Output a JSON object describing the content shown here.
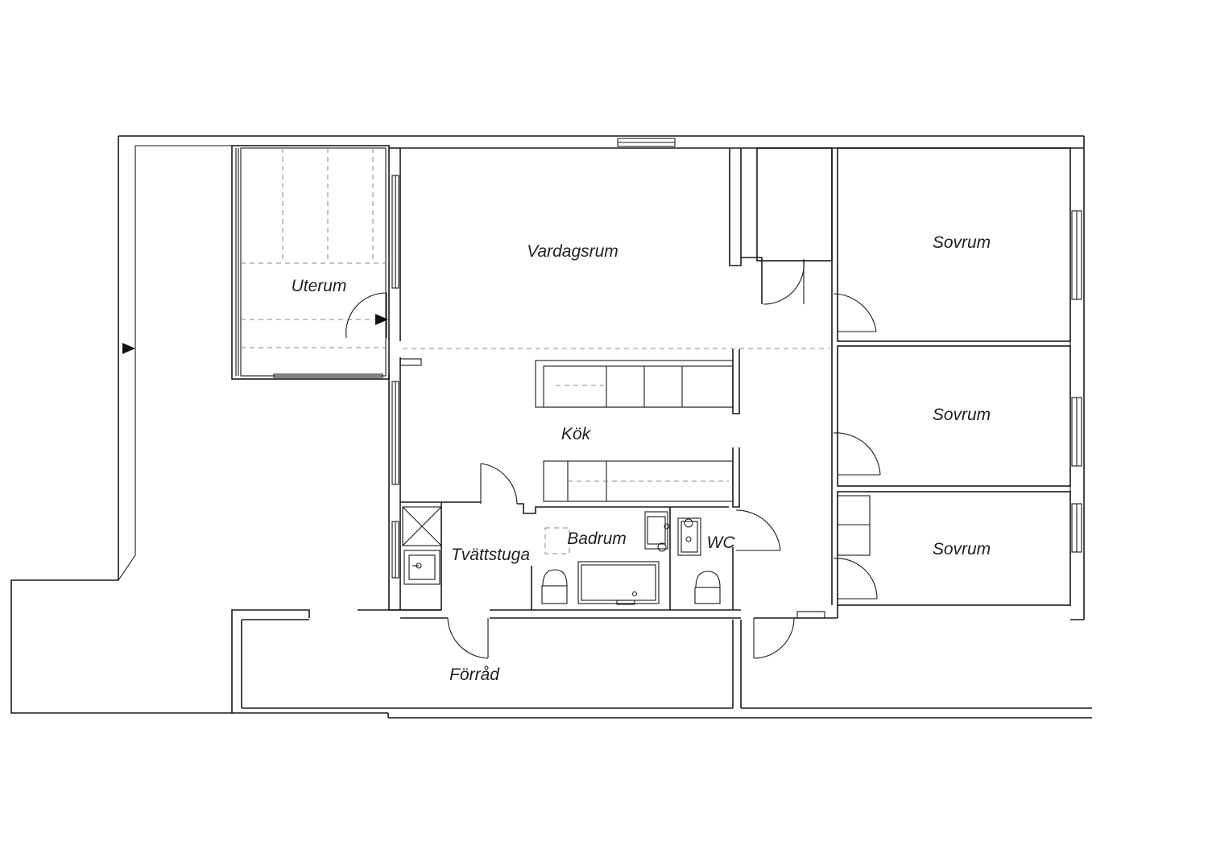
{
  "plan": {
    "rooms": {
      "uterum": "Uterum",
      "vardagsrum": "Vardagsrum",
      "kok": "Kök",
      "sovrum1": "Sovrum",
      "sovrum2": "Sovrum",
      "sovrum3": "Sovrum",
      "badrum": "Badrum",
      "tvattstuga": "Tvättstuga",
      "wc": "WC",
      "forrad": "Förråd"
    },
    "colors": {
      "line": "#1a1a1a",
      "dashed": "#8a8a8a",
      "background": "#ffffff"
    }
  }
}
